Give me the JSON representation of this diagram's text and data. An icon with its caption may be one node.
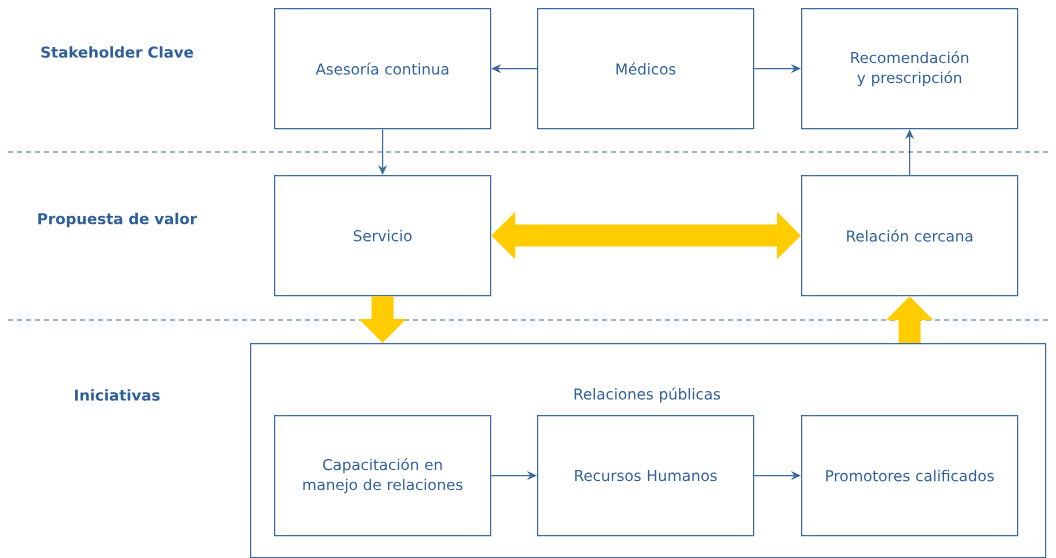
{
  "diagram": {
    "nodes": [
      {
        "text": [
          "Asesoría continua"
        ]
      },
      {
        "text": [
          "Médicos"
        ]
      },
      {
        "text": [
          "Recomendación y prescripción"
        ]
      },
      {
        "text": [
          "Servicio"
        ]
      },
      {
        "text": [
          "Relación cercana"
        ]
      },
      {
        "text": [
          "Relaciones públicas"
        ]
      },
      {
        "text": [
          "Capacitación en manejo de relaciones"
        ],
        "in": 5
      },
      {
        "text": [
          "Recursos Humanos"
        ],
        "in": 5
      },
      {
        "text": [
          "Promotores calificados"
        ],
        "in": 5
      }
    ],
    "edges": [
      {
        "from": 1,
        "to": 0,
        "arrow": "to"
      },
      {
        "from": 1,
        "to": 2,
        "arrow": "to"
      },
      {
        "from": 0,
        "to": 3,
        "arrow": "to"
      },
      {
        "from": 4,
        "to": 2,
        "arrow": "to"
      },
      {
        "from": 3,
        "to": 4,
        "arrow": "both",
        "style": "thick",
        "color": "#ffcc00"
      },
      {
        "from": 3,
        "to": 5,
        "arrow": "to",
        "style": "thick",
        "color": "#ffcc00"
      },
      {
        "from": 5,
        "to": 4,
        "arrow": "to",
        "style": "thick",
        "color": "#ffcc00"
      },
      {
        "from": 6,
        "to": 7,
        "arrow": "to"
      },
      {
        "from": 7,
        "to": 8,
        "arrow": "to"
      }
    ],
    "labels": [
      "Stakeholder Clave",
      "Propuesta de valor",
      "Iniciativas"
    ]
  }
}
